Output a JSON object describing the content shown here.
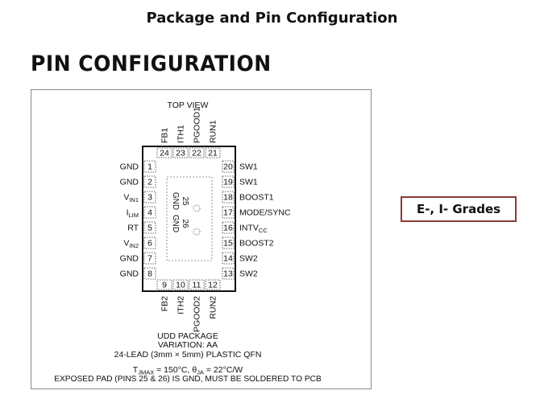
{
  "slide_title": "Package and Pin Configuration",
  "section_heading": "PIN CONFIGURATION",
  "grades_label": "E-, I- Grades",
  "diagram": {
    "top_view_label": "TOP VIEW",
    "package_lines": [
      "UDD PACKAGE",
      "VARIATION: AA",
      "24-LEAD (3mm × 5mm) PLASTIC QFN"
    ],
    "tjmax_line": "T_JMAX = 150°C, θ_JA = 22°C/W",
    "exposed_pad_note": "EXPOSED PAD (PINS 25 & 26) IS GND, MUST BE SOLDERED TO PCB",
    "pad_labels": [
      {
        "num": "25",
        "name": "GND"
      },
      {
        "num": "26",
        "name": "GND"
      }
    ],
    "left_pins": [
      {
        "num": "1",
        "name": "GND",
        "sub": ""
      },
      {
        "num": "2",
        "name": "GND",
        "sub": ""
      },
      {
        "num": "3",
        "name": "V",
        "sub": "IN1"
      },
      {
        "num": "4",
        "name": "I",
        "sub": "LIM"
      },
      {
        "num": "5",
        "name": "RT",
        "sub": ""
      },
      {
        "num": "6",
        "name": "V",
        "sub": "IN2"
      },
      {
        "num": "7",
        "name": "GND",
        "sub": ""
      },
      {
        "num": "8",
        "name": "GND",
        "sub": ""
      }
    ],
    "right_pins": [
      {
        "num": "20",
        "name": "SW1",
        "sub": ""
      },
      {
        "num": "19",
        "name": "SW1",
        "sub": ""
      },
      {
        "num": "18",
        "name": "BOOST1",
        "sub": ""
      },
      {
        "num": "17",
        "name": "MODE/SYNC",
        "sub": ""
      },
      {
        "num": "16",
        "name": "INTV",
        "sub": "CC"
      },
      {
        "num": "15",
        "name": "BOOST2",
        "sub": ""
      },
      {
        "num": "14",
        "name": "SW2",
        "sub": ""
      },
      {
        "num": "13",
        "name": "SW2",
        "sub": ""
      }
    ],
    "top_pins": [
      {
        "num": "24",
        "name": "FB1"
      },
      {
        "num": "23",
        "name": "ITH1"
      },
      {
        "num": "22",
        "name": "PGOOD1"
      },
      {
        "num": "21",
        "name": "RUN1"
      }
    ],
    "bottom_pins": [
      {
        "num": "9",
        "name": "FB2"
      },
      {
        "num": "10",
        "name": "ITH2"
      },
      {
        "num": "11",
        "name": "PGOOD2"
      },
      {
        "num": "12",
        "name": "RUN2"
      }
    ]
  },
  "colors": {
    "grades_border": "#8b3a3a",
    "frame_border": "#888888"
  }
}
